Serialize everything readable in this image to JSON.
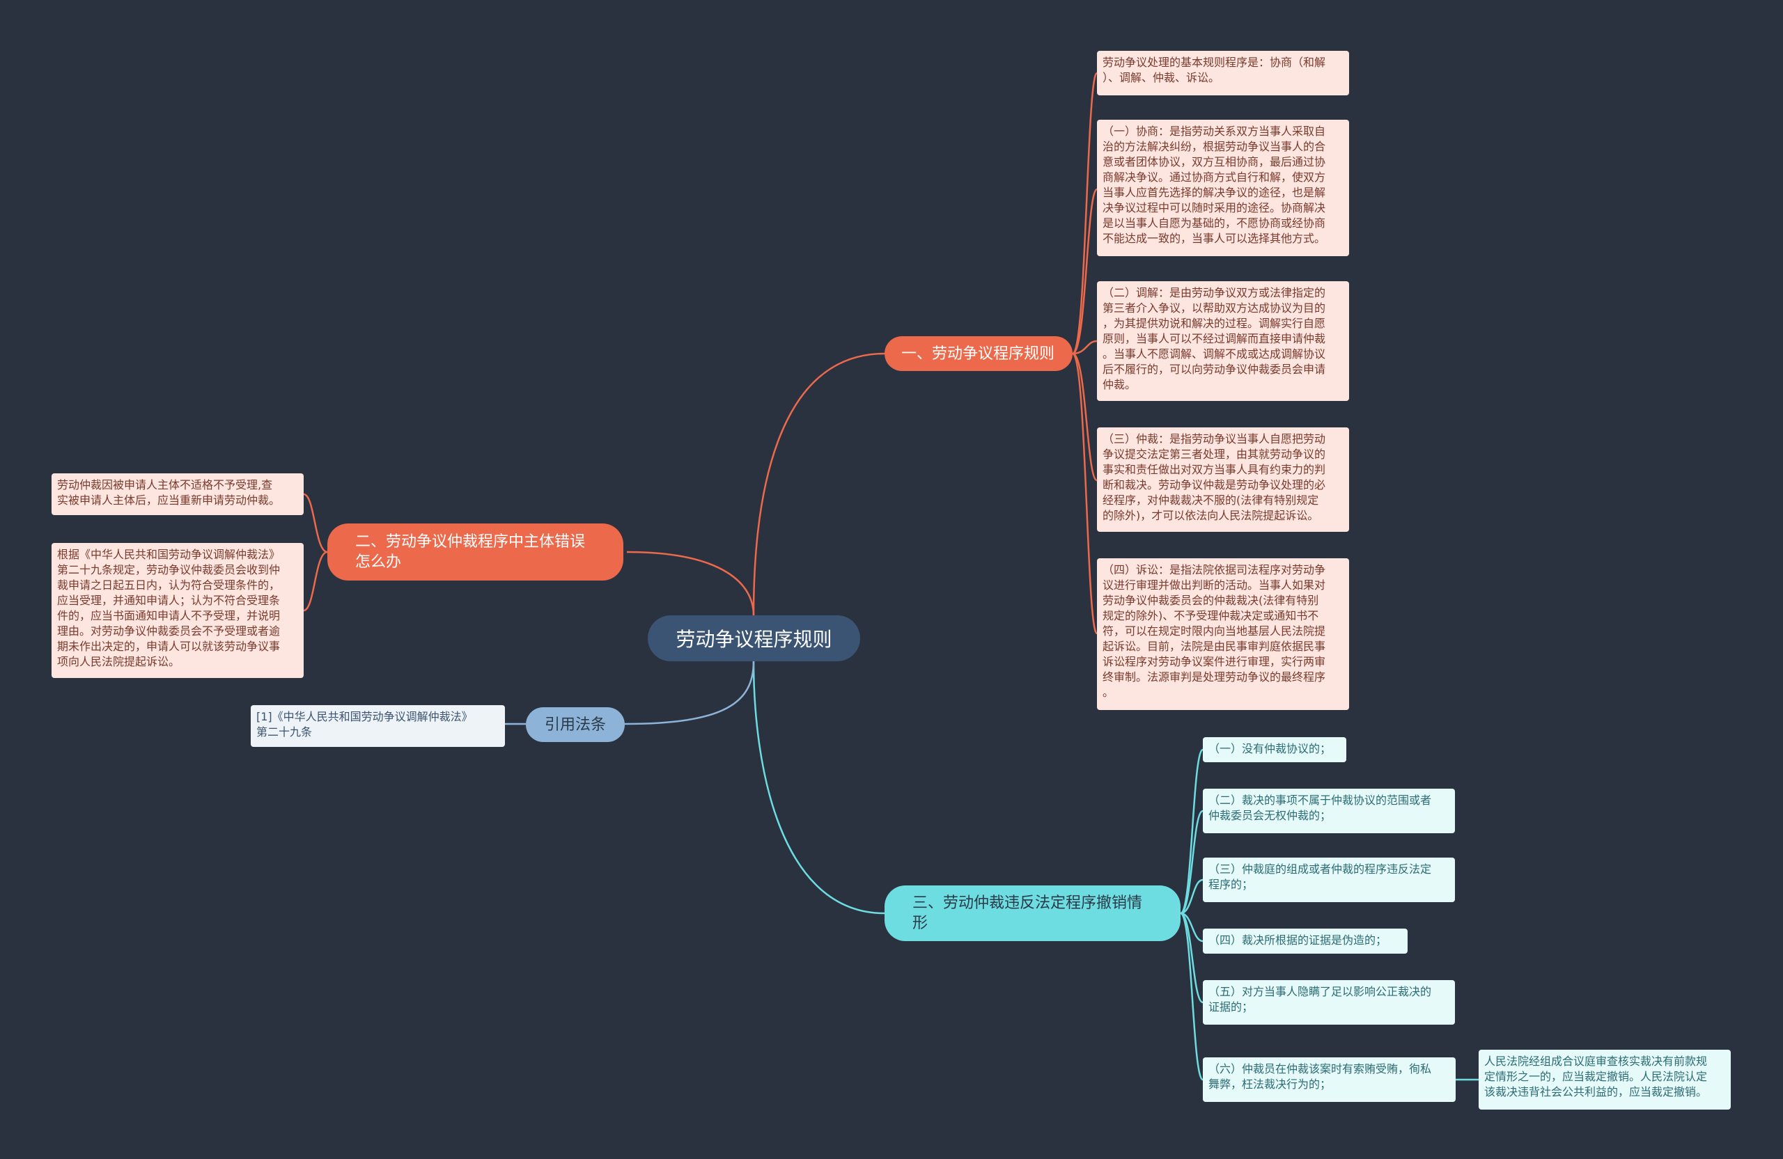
{
  "central": {
    "label": "劳动争议程序规则"
  },
  "branches": {
    "one": {
      "label": "一、劳动争议程序规则",
      "leaves": [
        "劳动争议处理的基本规则程序是：协商（和解\n）、调解、仲裁、诉讼。",
        "（一）协商：是指劳动关系双方当事人采取自\n治的方法解决纠纷，根据劳动争议当事人的合\n意或者团体协议，双方互相协商，最后通过协\n商解决争议。通过协商方式自行和解，使双方\n当事人应首先选择的解决争议的途径，也是解\n决争议过程中可以随时采用的途径。协商解决\n是以当事人自愿为基础的，不愿协商或经协商\n不能达成一致的，当事人可以选择其他方式。",
        "（二）调解：是由劳动争议双方或法律指定的\n第三者介入争议，以帮助双方达成协议为目的\n，为其提供劝说和解决的过程。调解实行自愿\n原则，当事人可以不经过调解而直接申请仲裁\n。当事人不愿调解、调解不成或达成调解协议\n后不履行的，可以向劳动争议仲裁委员会申请\n仲裁。",
        "（三）仲裁：是指劳动争议当事人自愿把劳动\n争议提交法定第三者处理，由其就劳动争议的\n事实和责任做出对双方当事人具有约束力的判\n断和裁决。劳动争议仲裁是劳动争议处理的必\n经程序，对仲裁裁决不服的(法律有特别规定\n的除外)，才可以依法向人民法院提起诉讼。",
        "（四）诉讼：是指法院依据司法程序对劳动争\n议进行审理并做出判断的活动。当事人如果对\n劳动争议仲裁委员会的仲裁裁决(法律有特别\n规定的除外)、不予受理仲裁决定或通知书不\n符，可以在规定时限内向当地基层人民法院提\n起诉讼。目前，法院是由民事审判庭依据民事\n诉讼程序对劳动争议案件进行审理，实行两审\n终审制。法源审判是处理劳动争议的最终程序\n。"
      ]
    },
    "two": {
      "label": "二、劳动争议仲裁程序中主体错误\n怎么办",
      "leaves": [
        "劳动仲裁因被申请人主体不适格不予受理,查\n实被申请人主体后，应当重新申请劳动仲裁。",
        "根据《中华人民共和国劳动争议调解仲裁法》\n第二十九条规定，劳动争议仲裁委员会收到仲\n裁申请之日起五日内，认为符合受理条件的，\n应当受理，并通知申请人；认为不符合受理条\n件的，应当书面通知申请人不予受理，并说明\n理由。对劳动争议仲裁委员会不予受理或者逾\n期未作出决定的，申请人可以就该劳动争议事\n项向人民法院提起诉讼。"
      ]
    },
    "three": {
      "label": "三、劳动仲裁违反法定程序撤销情\n形",
      "leaves": [
        "（一）没有仲裁协议的；",
        "（二）裁决的事项不属于仲裁协议的范围或者\n仲裁委员会无权仲裁的；",
        "（三）仲裁庭的组成或者仲裁的程序违反法定\n程序的；",
        "（四）裁决所根据的证据是伪造的；",
        "（五）对方当事人隐瞒了足以影响公正裁决的\n证据的；",
        "（六）仲裁员在仲裁该案时有索贿受贿，徇私\n舞弊，枉法裁决行为的；"
      ],
      "subleaf": "人民法院经组成合议庭审查核实裁决有前款规\n定情形之一的，应当裁定撤销。人民法院认定\n该裁决违背社会公共利益的，应当裁定撤销。"
    },
    "ref": {
      "label": "引用法条",
      "leaves": [
        "[1]《中华人民共和国劳动争议调解仲裁法》\n第二十九条"
      ]
    }
  },
  "colors": {
    "background": "#2a3240",
    "central": "#3c5474",
    "orange": "#ec6a4b",
    "cyan": "#6ddde2",
    "blue": "#8db4d8",
    "peach_leaf": "#fde5e0",
    "cyan_leaf": "#e6fafa"
  }
}
